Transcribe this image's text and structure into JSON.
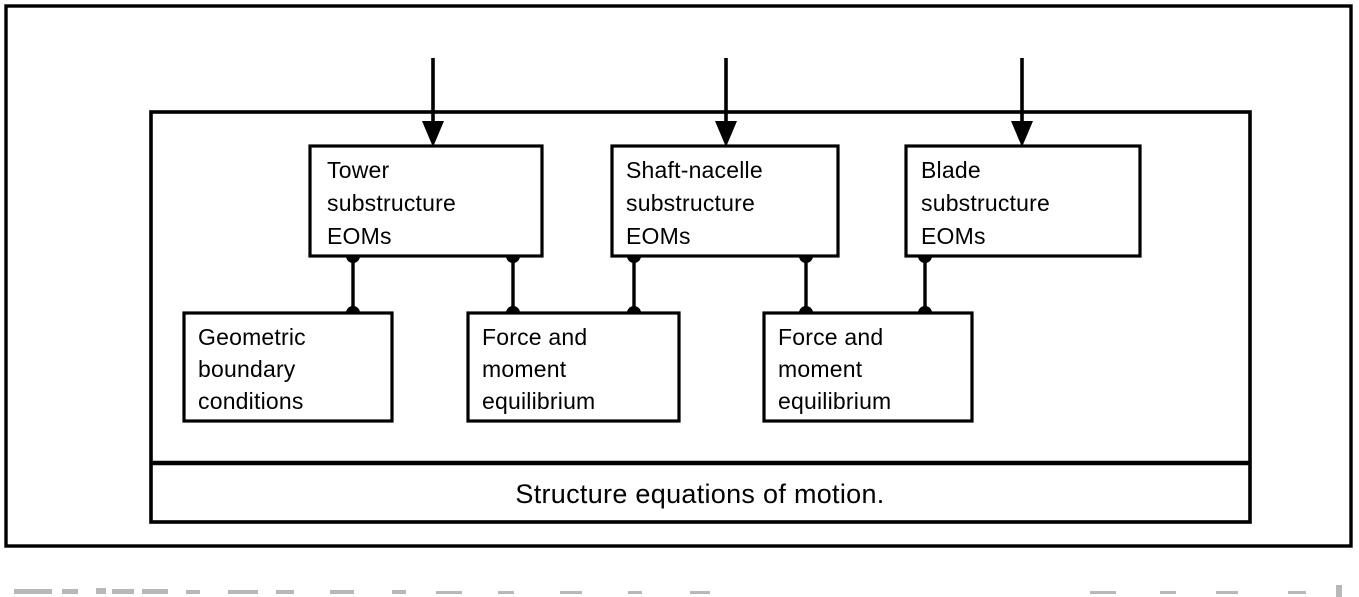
{
  "figure": {
    "title": "Structure equations of motion.",
    "caption": "Structure equations of motion.",
    "background_color": "#ffffff",
    "line_color": "#000000"
  },
  "blocks": {
    "upper": [
      {
        "id": "tower-substructure-eoms",
        "lines": [
          "Tower",
          "substructure",
          "EOMs"
        ],
        "line1": "Tower",
        "line2": "substructure",
        "line3": "EOMs"
      },
      {
        "id": "shaft-nacelle-substructure-eoms",
        "lines": [
          "Shaft-nacelle",
          "substructure",
          "EOMs"
        ],
        "line1": "Shaft-nacelle",
        "line2": "substructure",
        "line3": "EOMs"
      },
      {
        "id": "blade-substructure-eoms",
        "lines": [
          "Blade",
          "substructure",
          "EOMs"
        ],
        "line1": "Blade",
        "line2": "substructure",
        "line3": "EOMs"
      }
    ],
    "lower": [
      {
        "id": "geometric-boundary-conditions",
        "lines": [
          "Geometric",
          "boundary",
          "conditions"
        ],
        "line1": "Geometric",
        "line2": "boundary",
        "line3": "conditions"
      },
      {
        "id": "force-and-moment-equilibrium-1",
        "lines": [
          "Force and",
          "moment",
          "equilibrium"
        ],
        "line1": "Force and",
        "line2": "moment",
        "line3": "equilibrium"
      },
      {
        "id": "force-and-moment-equilibrium-2",
        "lines": [
          "Force and",
          "moment",
          "equilibrium"
        ],
        "line1": "Force and",
        "line2": "moment",
        "line3": "equilibrium"
      }
    ]
  },
  "connections": [
    {
      "from": "tower-substructure-eoms",
      "to": "geometric-boundary-conditions"
    },
    {
      "from": "tower-substructure-eoms",
      "to": "force-and-moment-equilibrium-1"
    },
    {
      "from": "shaft-nacelle-substructure-eoms",
      "to": "force-and-moment-equilibrium-1"
    },
    {
      "from": "shaft-nacelle-substructure-eoms",
      "to": "force-and-moment-equilibrium-2"
    },
    {
      "from": "blade-substructure-eoms",
      "to": "force-and-moment-equilibrium-2"
    }
  ],
  "inputs": [
    {
      "target": "tower-substructure-eoms",
      "label": ""
    },
    {
      "target": "shaft-nacelle-substructure-eoms",
      "label": ""
    },
    {
      "target": "blade-substructure-eoms",
      "label": ""
    }
  ]
}
